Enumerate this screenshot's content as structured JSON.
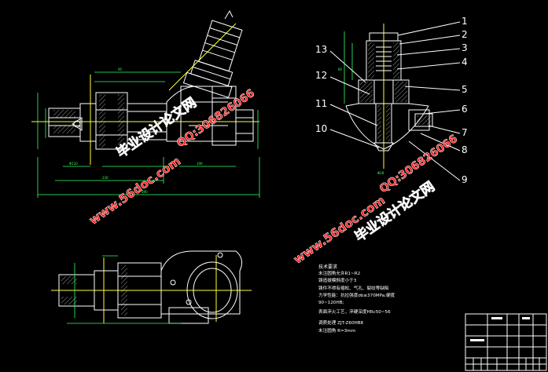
{
  "callouts": [
    "1",
    "2",
    "3",
    "4",
    "5",
    "6",
    "7",
    "8",
    "9",
    "10",
    "11",
    "12",
    "13"
  ],
  "tech_notes": {
    "title": "技术要求",
    "lines": [
      "未注圆角允许R1~R2",
      "铸造拔模斜度小于3",
      "铸件不得有缩松、气孔、裂纹等缺陷",
      "力学性能：抗拉强度σb≥370MPa;硬度",
      "90~120HB;",
      "表面淬火工艺，淬硬深度HRc50~56",
      "调质处理    ZJT-Z60HB8",
      "未注圆角    R=3mm"
    ]
  },
  "watermarks": {
    "site": "www.56doc.com",
    "qq": "QQ:306826066",
    "brand": "毕业设计论文网"
  },
  "colors": {
    "background": "#000000",
    "outline": "#ffffff",
    "dimension": "#33ff66",
    "centerline": "#ffff33",
    "watermark": "#ff2222"
  }
}
